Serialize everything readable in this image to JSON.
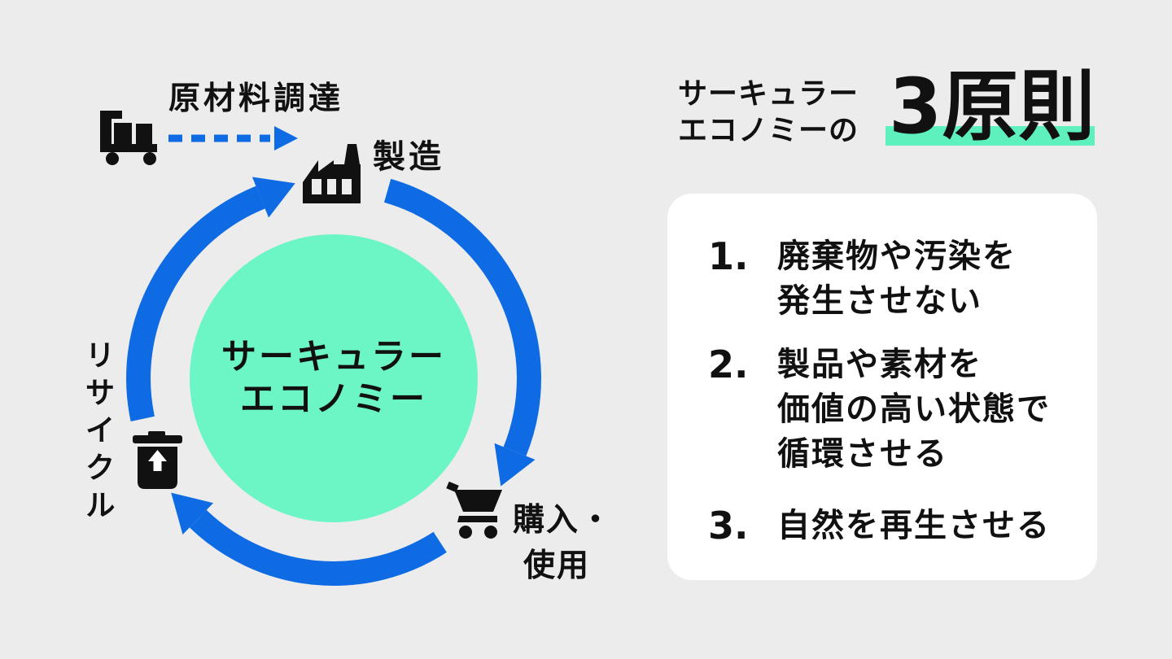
{
  "colors": {
    "background": "#ECECEC",
    "mint_circle": "#6DF6C5",
    "title_highlight": "#5EF1BD",
    "arrow_blue": "#0E6BE3",
    "ink_black": "#111111",
    "card_white": "#FFFFFF"
  },
  "diagram": {
    "procurement_label": "原材料調達",
    "manufacturing_label": "製造",
    "purchase_label_line1": "購入・",
    "purchase_label_line2": "使用",
    "recycle_label": "リサイクル",
    "center_line1": "サーキュラー",
    "center_line2": "エコノミー",
    "icons": [
      "hand-truck-icon",
      "dashed-arrow",
      "factory-icon",
      "cart-icon",
      "trash-recycle-icon",
      "cycle-arrows"
    ]
  },
  "principles": {
    "title_line1": "サーキュラー",
    "title_line2": "エコノミーの",
    "title_emphasis": "3原則",
    "items": [
      {
        "number": "1.",
        "lines": [
          "廃棄物や汚染を",
          "発生させない"
        ]
      },
      {
        "number": "2.",
        "lines": [
          "製品や素材を",
          "価値の高い状態で",
          "循環させる"
        ]
      },
      {
        "number": "3.",
        "lines": [
          "自然を再生させる"
        ]
      }
    ]
  }
}
